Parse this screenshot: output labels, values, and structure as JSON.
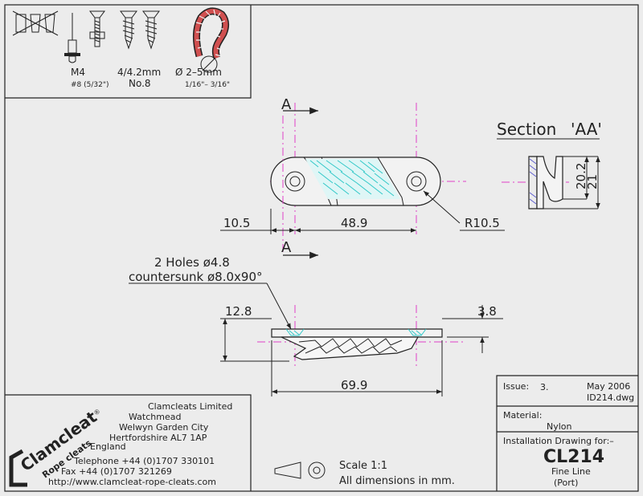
{
  "fixings": {
    "screw_size": "M4",
    "screw_imperial": "#8 (5/32\")",
    "wood_screw_size": "4/4.2mm",
    "wood_screw_no": "No.8",
    "rope_size": "Ø  2–5mm",
    "rope_imperial": "1/16\"– 3/16\""
  },
  "section": {
    "title_word": "Section",
    "title_mark": "'AA'",
    "dim_inner": "20.2",
    "dim_outer": "21"
  },
  "plan": {
    "cut_label_top": "A",
    "cut_label_bottom": "A",
    "dim_left": "10.5",
    "dim_centers": "48.9",
    "dim_radius": "R10.5"
  },
  "side": {
    "holes_note_line1": "2 Holes ø4.8",
    "holes_note_line2": "countersunk ø8.0x90°",
    "dim_height": "12.8",
    "dim_base": "3.8",
    "dim_length": "69.9"
  },
  "company": {
    "brand": "Clamcleat",
    "registered": "®",
    "brand_sub": "Rope cleats",
    "name": "Clamcleats Limited",
    "address1": "Watchmead",
    "address2": "Welwyn Garden City",
    "address3": "Hertfordshire AL7 1AP",
    "address4": "England",
    "telephone": "Telephone +44 (0)1707 330101",
    "fax": "Fax +44 (0)1707 321269",
    "url": "http://www.clamcleat-rope-cleats.com"
  },
  "scale": {
    "scale_text": "Scale 1:1",
    "units_text": "All dimensions in mm."
  },
  "title_block": {
    "issue_label": "Issue:",
    "issue_value": "3.",
    "date": "May 2006",
    "dwg_file": "ID214.dwg",
    "material_label": "Material:",
    "material_value": "Nylon",
    "install_label": "Installation Drawing for:–",
    "part_number": "CL214",
    "line_type": "Fine Line",
    "side": "(Port)"
  },
  "colors": {
    "centerline": "#e040c8",
    "hatch": "#30c8c8",
    "section_hatch": "#6060d0",
    "ink": "#222222",
    "paper": "#ececec"
  }
}
